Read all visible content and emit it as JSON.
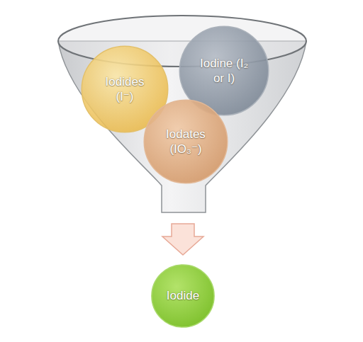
{
  "diagram": {
    "nodes": [
      {
        "text": [
          "Iodides (I⁻)"
        ]
      },
      {
        "text": [
          "Iodine (I₂ or I)"
        ]
      },
      {
        "text": [
          "Iodates (IO₃⁻)"
        ]
      },
      {
        "text": [
          "Iodide"
        ]
      }
    ]
  }
}
